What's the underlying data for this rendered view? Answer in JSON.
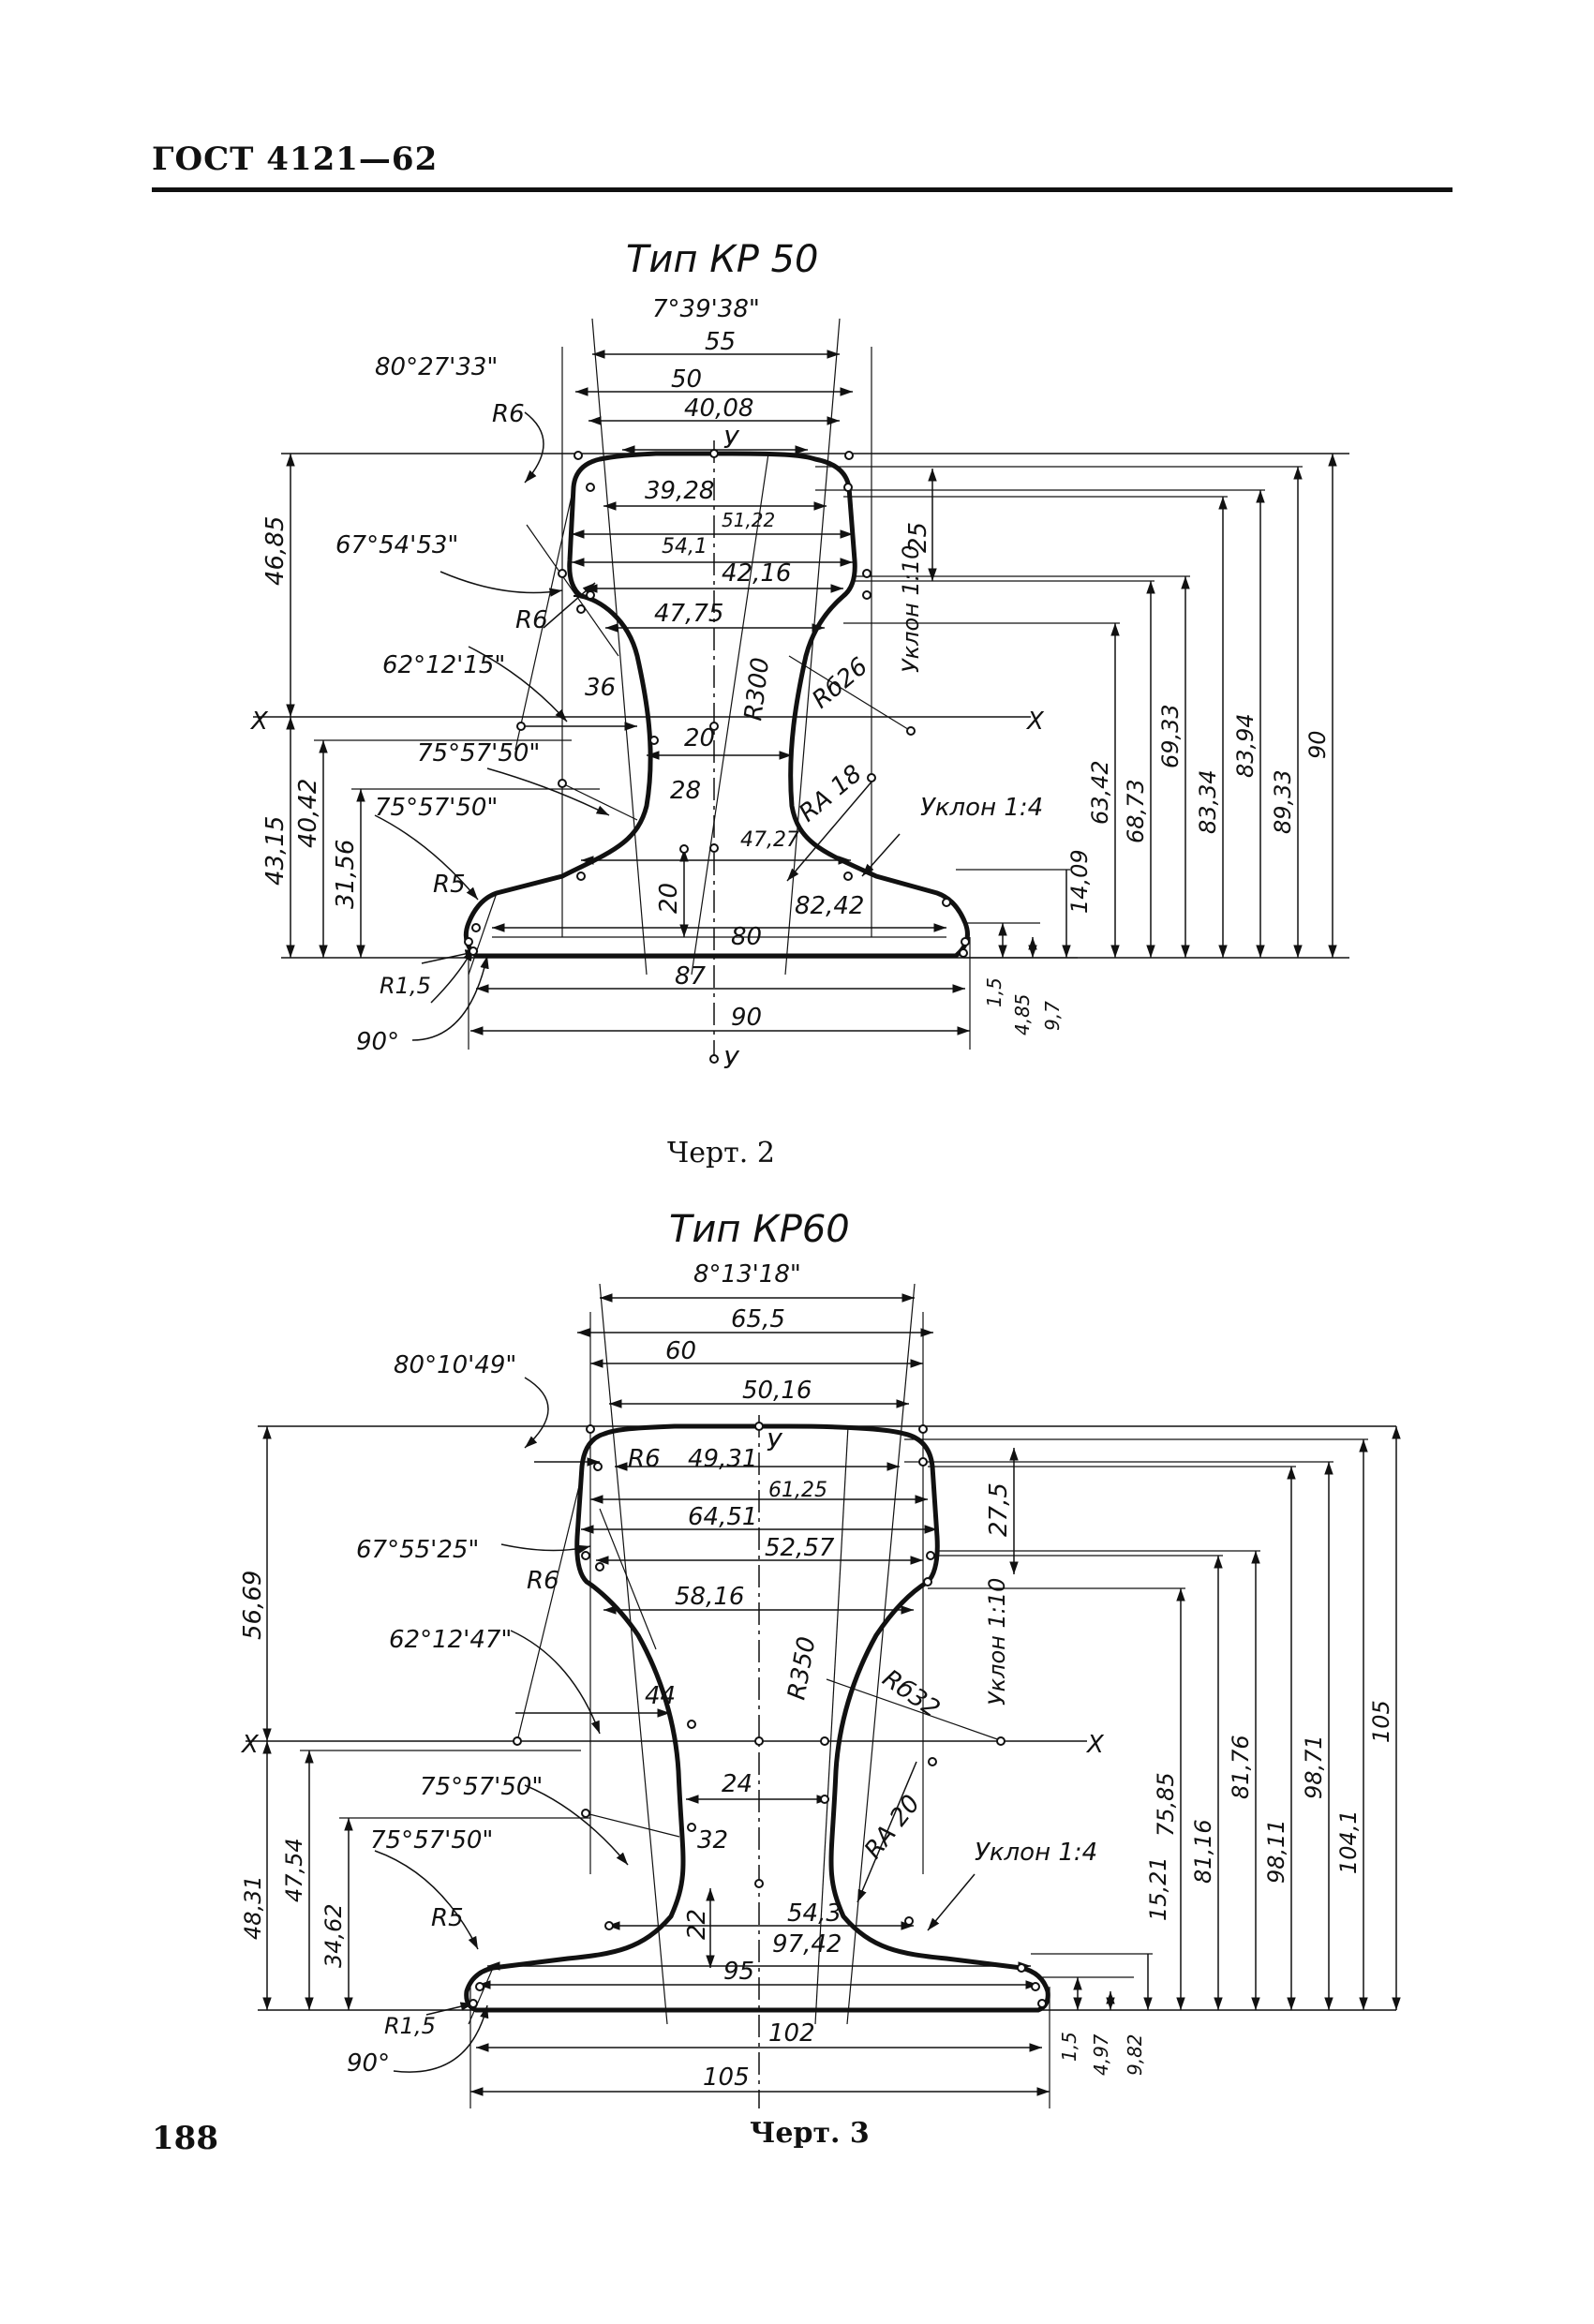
{
  "header": {
    "title": "ГОСТ 4121—62"
  },
  "page_number": "188",
  "figures": [
    {
      "title": "Тип КР 50",
      "caption": "Черт. 2",
      "horizontal_dims": [
        "7°39'38\"",
        "55",
        "50",
        "40,08",
        "39,28",
        "51,22",
        "54,1",
        "42,16",
        "47,75",
        "36",
        "20",
        "28",
        "47,27",
        "82,42",
        "80",
        "87",
        "90"
      ],
      "vertical_dims_left": [
        "46,85",
        "43,15",
        "40,42",
        "31,56",
        "20"
      ],
      "vertical_dims_right": [
        "25",
        "14,09",
        "63,42",
        "68,73",
        "69,33",
        "83,34",
        "83,94",
        "89,33",
        "90",
        "1,5",
        "4,85",
        "9,7"
      ],
      "angles": [
        "80°27'33\"",
        "67°54'53\"",
        "62°12'15\"",
        "75°57'50\"",
        "75°57'50\"",
        "90°"
      ],
      "radii": [
        "R6",
        "R6",
        "R300",
        "Rб26",
        "RA 18",
        "R5",
        "R1,5"
      ],
      "slopes": [
        "Уклон 1:10",
        "Уклон 1:4"
      ],
      "axes": [
        "X",
        "X",
        "У",
        "У"
      ]
    },
    {
      "title": "Тип КР60",
      "caption": "Черт. 3",
      "horizontal_dims": [
        "8°13'18\"",
        "65,5",
        "60",
        "50,16",
        "49,31",
        "61,25",
        "64,51",
        "52,57",
        "58,16",
        "44",
        "24",
        "32",
        "54,3",
        "97,42",
        "95",
        "102",
        "105"
      ],
      "vertical_dims_left": [
        "56,69",
        "48,31",
        "47,54",
        "34,62",
        "22"
      ],
      "vertical_dims_right": [
        "27,5",
        "15,21",
        "75,85",
        "81,16",
        "81,76",
        "98,11",
        "98,71",
        "104,1",
        "105",
        "1,5",
        "4,97",
        "9,82"
      ],
      "angles": [
        "80°10'49\"",
        "67°55'25\"",
        "62°12'47\"",
        "75°57'50\"",
        "75°57'50\"",
        "90°"
      ],
      "radii": [
        "R6",
        "R6",
        "R350",
        "Rб32",
        "RA 20",
        "R5",
        "R1,5"
      ],
      "slopes": [
        "Уклон 1:10",
        "Уклон 1:4"
      ],
      "axes": [
        "X",
        "X",
        "У"
      ]
    }
  ]
}
